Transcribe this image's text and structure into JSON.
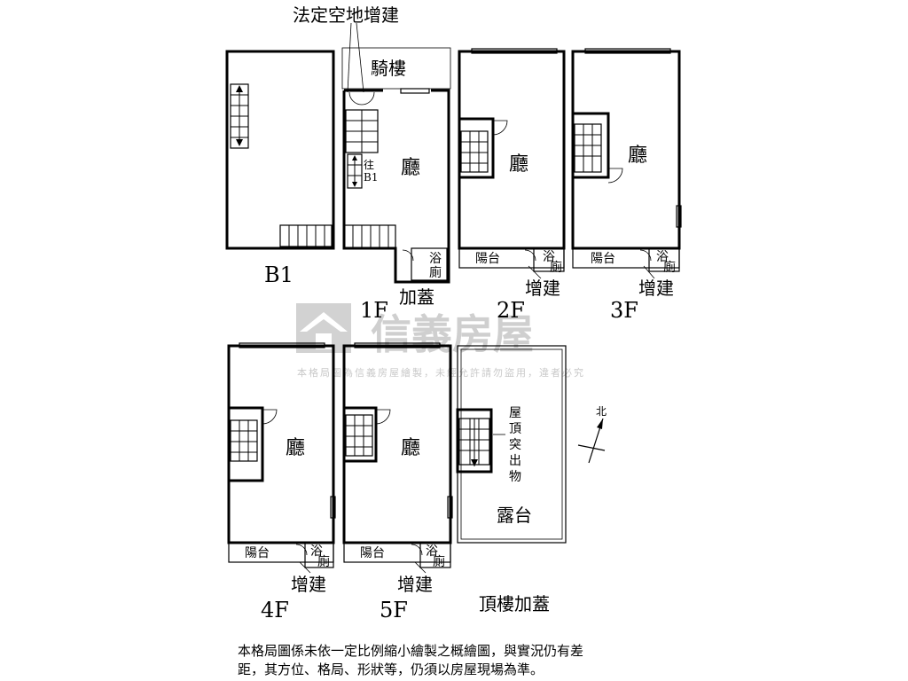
{
  "watermark": {
    "brand": "信義房屋",
    "notice": "本格局圖為信義房屋繪製，未經允許請勿盜用，違者必究"
  },
  "labels": {
    "legal_open_space_addition": "法定空地增建",
    "arcade": "騎樓",
    "hall": "廳",
    "to_b1_line1": "往",
    "to_b1_line2": "B1",
    "bath_line1": "浴",
    "bath_line2": "廁",
    "balcony": "陽台",
    "addition": "增建",
    "addition_cover": "加蓋",
    "roof_protrusion": [
      "屋",
      "頂",
      "突",
      "出",
      "物"
    ],
    "terrace": "露台",
    "rooftop_addition": "頂樓加蓋",
    "north": "北"
  },
  "floors": {
    "b1": "B1",
    "f1": "1F",
    "f2": "2F",
    "f3": "3F",
    "f4": "4F",
    "f5": "5F"
  },
  "disclaimer": {
    "line1": "本格局圖係未依一定比例縮小繪製之概繪圖，與實況仍有差",
    "line2": "距，其方位、格局、形狀等，仍須以房屋現場為準。"
  }
}
